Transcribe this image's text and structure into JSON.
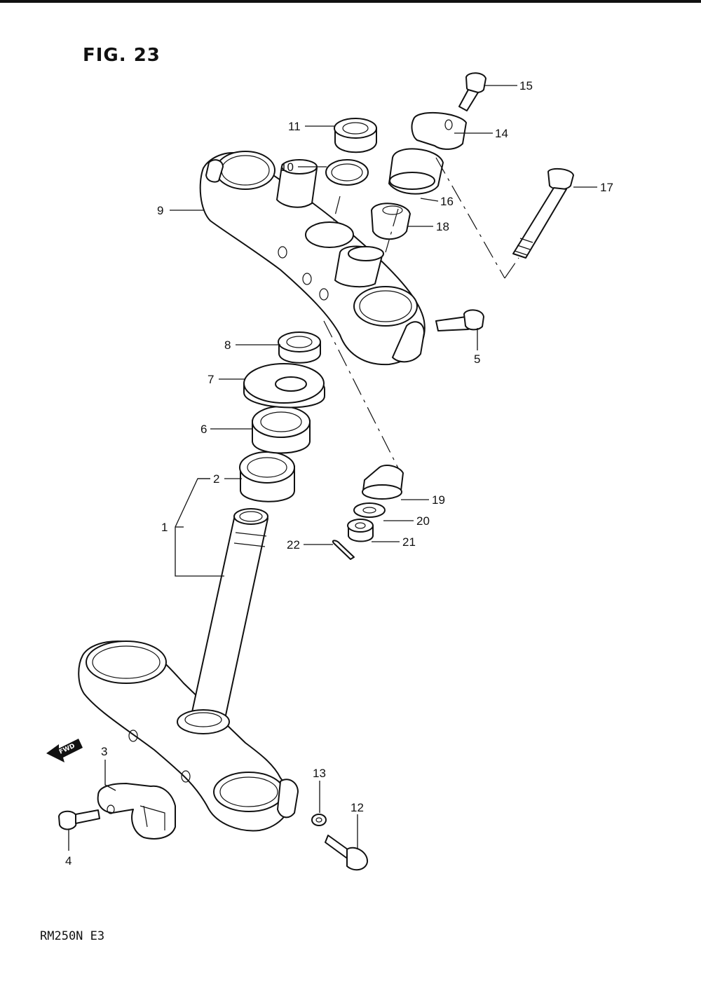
{
  "figure": {
    "title": "FIG. 23",
    "model_code": "RM250N  E3",
    "fwd_label": "FWD"
  },
  "callouts": [
    "1",
    "2",
    "3",
    "4",
    "5",
    "6",
    "7",
    "8",
    "9",
    "10",
    "11",
    "12",
    "13",
    "14",
    "15",
    "16",
    "17",
    "18",
    "19",
    "20",
    "21",
    "22"
  ]
}
